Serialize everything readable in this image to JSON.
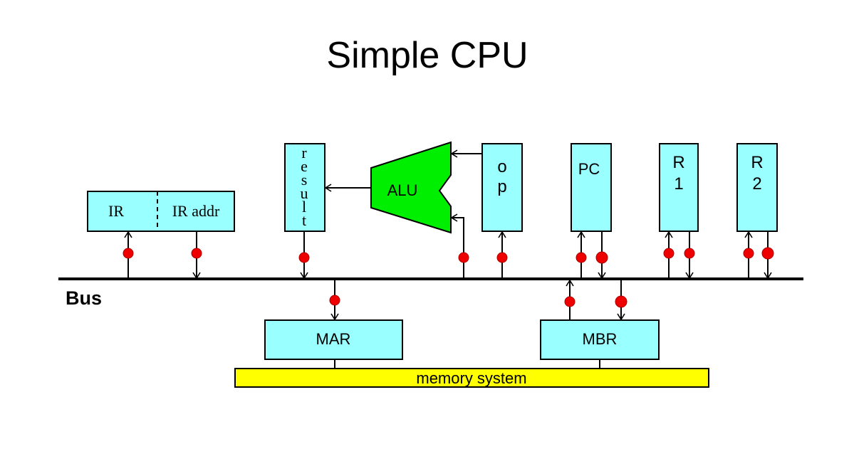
{
  "title": "Simple CPU",
  "bus_label": "Bus",
  "registers": {
    "ir": "IR",
    "ir_addr": "IR addr",
    "result_letters": [
      "r",
      "e",
      "s",
      "u",
      "l",
      "t"
    ],
    "op_letters": [
      "o",
      "p"
    ],
    "pc": "PC",
    "r1_letters": [
      "R",
      "1"
    ],
    "r2_letters": [
      "R",
      "2"
    ],
    "mar": "MAR",
    "mbr": "MBR"
  },
  "alu": "ALU",
  "memory": "memory system",
  "colors": {
    "register": "#99ffff",
    "alu": "#00ee00",
    "memory": "#ffff00",
    "gate": "#ee0000"
  }
}
